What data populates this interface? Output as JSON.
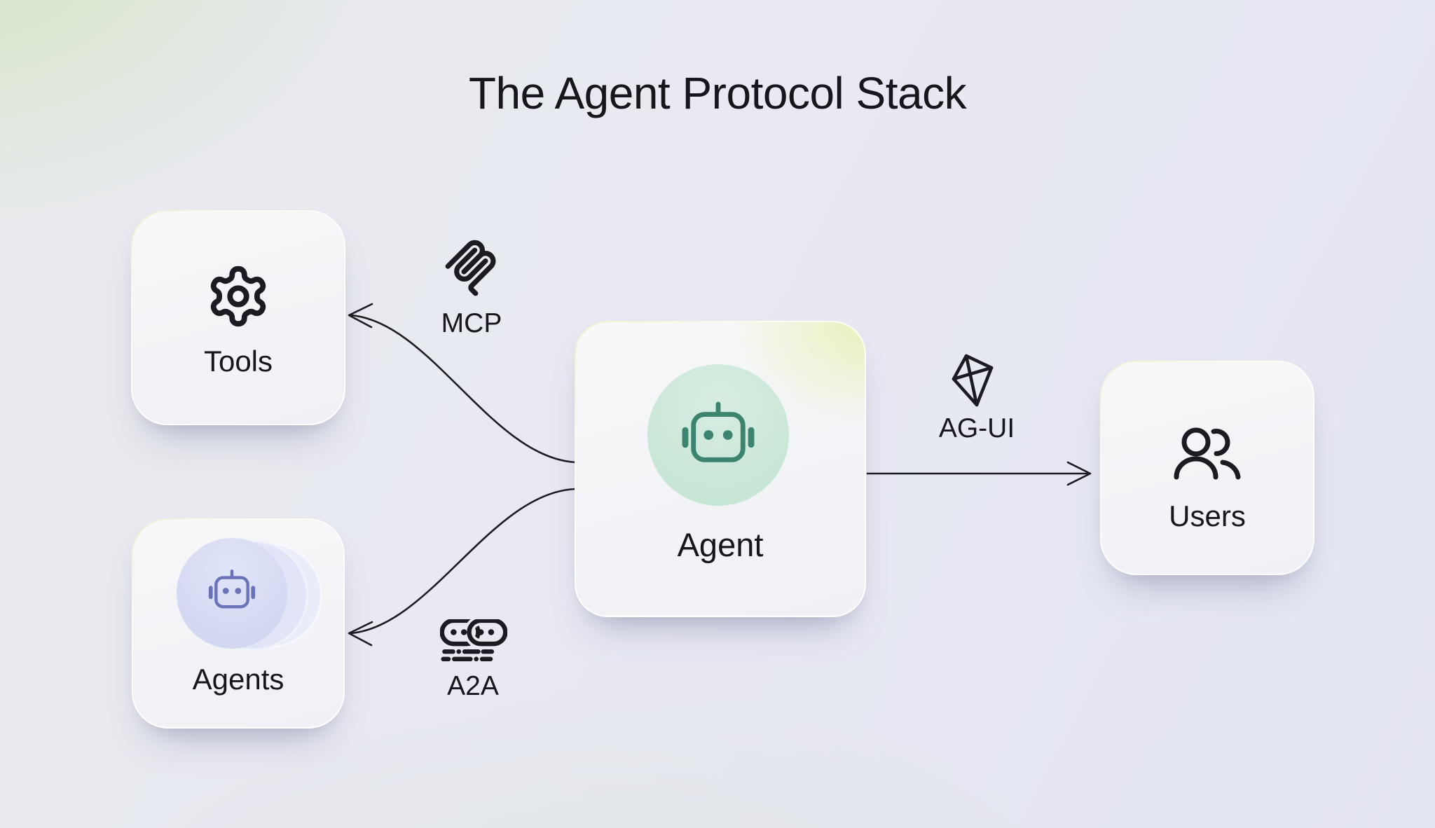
{
  "title": "The Agent Protocol Stack",
  "nodes": {
    "agent": {
      "label": "Agent",
      "icon": "robot-icon"
    },
    "tools": {
      "label": "Tools",
      "icon": "gear-icon"
    },
    "agents": {
      "label": "Agents",
      "icon": "robot-icon"
    },
    "users": {
      "label": "Users",
      "icon": "users-icon"
    }
  },
  "connections": [
    {
      "from": "agent",
      "to": "tools",
      "protocol": "MCP",
      "icon": "mcp-logo-icon",
      "arrow": "curved-left-up"
    },
    {
      "from": "agent",
      "to": "agents",
      "protocol": "A2A",
      "icon": "a2a-logo-icon",
      "arrow": "curved-left-down"
    },
    {
      "from": "agent",
      "to": "users",
      "protocol": "AG-UI",
      "icon": "kite-icon",
      "arrow": "straight-right"
    }
  ],
  "colors": {
    "text_color": "#15171b",
    "line_color": "#1a1c21",
    "accent_teal": "#3d8470",
    "accent_teal_circle": "#c9e7d8",
    "accent_purple": "#6a73b8",
    "accent_purple_circle": "#d5daf3",
    "card_background": "#f4f4f7",
    "background_green_tint": "#e7eee3",
    "background_lavender": "#e8e9f2"
  }
}
